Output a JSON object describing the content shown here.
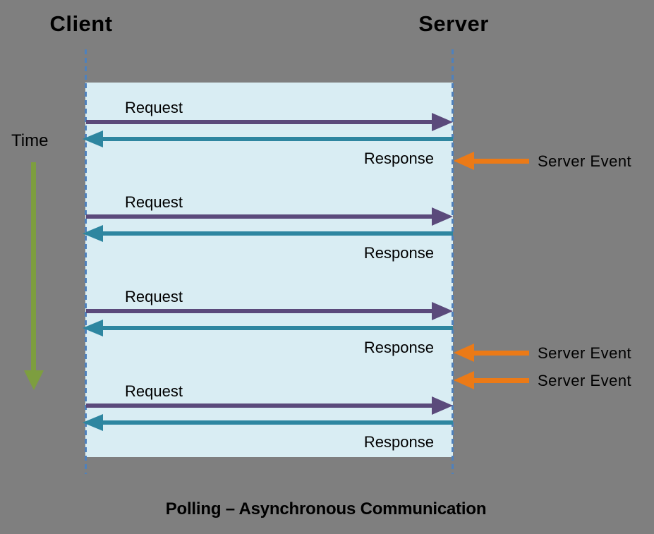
{
  "diagram": {
    "client_label": "Client",
    "server_label": "Server",
    "time_label": "Time",
    "caption": "Polling – Asynchronous Communication",
    "cycles": [
      {
        "request_label": "Request",
        "response_label": "Response"
      },
      {
        "request_label": "Request",
        "response_label": "Response"
      },
      {
        "request_label": "Request",
        "response_label": "Response"
      },
      {
        "request_label": "Request",
        "response_label": "Response"
      }
    ],
    "server_events": [
      {
        "label": "Server Event"
      },
      {
        "label": "Server Event"
      },
      {
        "label": "Server Event"
      }
    ],
    "colors": {
      "background": "#7F7F7F",
      "panel": "#D9EDF3",
      "lifeline": "#4E81BD",
      "request_arrow": "#5B4A7B",
      "response_arrow": "#2E86A0",
      "event_arrow": "#EB7A17",
      "time_arrow": "#7D9E3F",
      "text": "#000000"
    }
  }
}
